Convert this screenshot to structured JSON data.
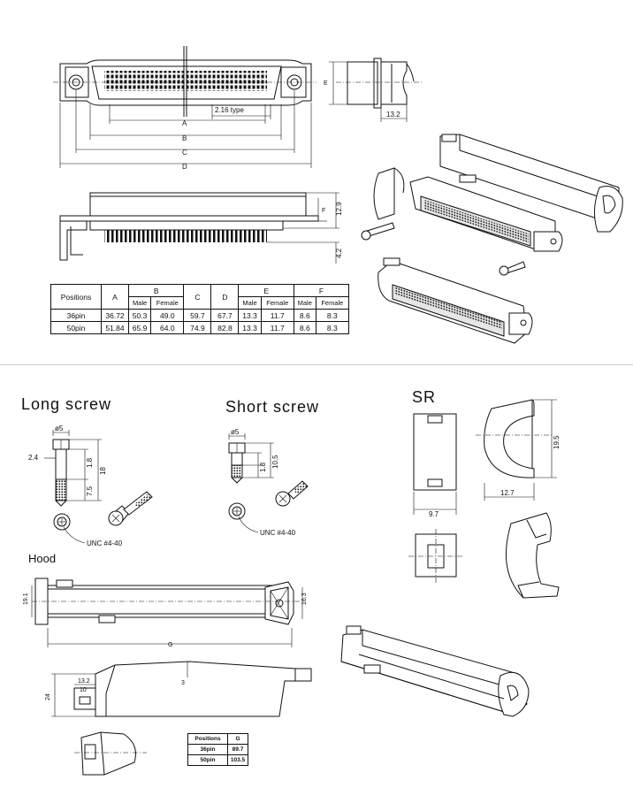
{
  "top_drawing": {
    "dim_labels": {
      "A": "A",
      "B": "B",
      "C": "C",
      "D": "D",
      "E": "E",
      "F": "F",
      "pitch": "2.16 type",
      "depth": "13.2",
      "height": "12.9",
      "pin_len": "4.2"
    }
  },
  "spec_table": {
    "headers": {
      "positions": "Positions",
      "a": "A",
      "b": "B",
      "c": "C",
      "d": "D",
      "e": "E",
      "f": "F"
    },
    "sub_headers": [
      "Male",
      "Female",
      "Male",
      "Female",
      "Male",
      "Female"
    ],
    "rows": [
      {
        "positions": "36pin",
        "a": "36.72",
        "b_male": "50.3",
        "b_female": "49.0",
        "c": "59.7",
        "d": "67.7",
        "e_male": "13.3",
        "e_female": "11.7",
        "f_male": "8.6",
        "f_female": "8.3"
      },
      {
        "positions": "50pin",
        "a": "51.84",
        "b_male": "65.9",
        "b_female": "64.0",
        "c": "74.9",
        "d": "82.8",
        "e_male": "13.3",
        "e_female": "11.7",
        "f_male": "8.6",
        "f_female": "8.3"
      }
    ]
  },
  "long_screw": {
    "title": "Long screw",
    "dia": "ø5",
    "d1": "2.4",
    "d2": "1.8",
    "d3": "18",
    "d4": "7.5",
    "thread": "UNC #4-40"
  },
  "short_screw": {
    "title": "Short screw",
    "dia": "ø5",
    "d1": "1.8",
    "d2": "10.5",
    "thread": "UNC #4-40"
  },
  "sr": {
    "title": "SR",
    "width": "9.7",
    "arc_width": "12.7",
    "arc_height": "19.5"
  },
  "hood": {
    "title": "Hood",
    "left_h": "19.1",
    "right_h": "16.3",
    "length": "G",
    "side_h": "24",
    "top_w1": "13.2",
    "top_w2": "10",
    "angle": "3"
  },
  "g_table": {
    "header_pos": "Positions",
    "header_g": "G",
    "rows": [
      {
        "positions": "36pin",
        "g": "89.7"
      },
      {
        "positions": "50pin",
        "g": "103.5"
      }
    ]
  }
}
